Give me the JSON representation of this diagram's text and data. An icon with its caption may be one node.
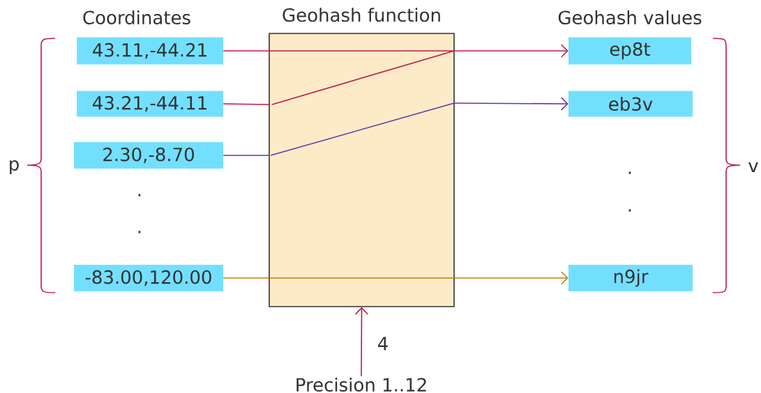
{
  "diagram": {
    "nodes": [
      {
        "text": [
          "Geohash function"
        ]
      },
      {
        "text": [
          "43.11,-44.21"
        ]
      },
      {
        "text": [
          "43.21,-44.11"
        ]
      },
      {
        "text": [
          "2.30,-8.70"
        ]
      },
      {
        "text": [
          "-83.00,120.00"
        ]
      },
      {
        "text": [
          "ep8t"
        ]
      },
      {
        "text": [
          "eb3v"
        ]
      },
      {
        "text": [
          "n9jr"
        ]
      },
      {
        "text": [
          "Precision 1..12"
        ]
      }
    ],
    "edges": [
      {
        "from": 1,
        "to": 0,
        "arrow": "none"
      },
      {
        "from": 2,
        "to": 0,
        "arrow": "none"
      },
      {
        "from": 3,
        "to": 0,
        "arrow": "none",
        "color": "#7030a0"
      },
      {
        "from": 4,
        "to": 0,
        "arrow": "none",
        "color": "#bf8000"
      },
      {
        "from": 0,
        "to": 5,
        "arrow": "to"
      },
      {
        "from": 0,
        "to": 6,
        "arrow": "to",
        "color": "#7030a0"
      },
      {
        "from": 0,
        "to": 7,
        "arrow": "to",
        "color": "#bf8000"
      },
      {
        "from": 8,
        "to": 0,
        "arrow": "to",
        "label": "4"
      }
    ],
    "labels": [
      "Coordinates",
      "Geohash values",
      "p",
      ".",
      ".",
      ".",
      ".",
      "v"
    ]
  }
}
